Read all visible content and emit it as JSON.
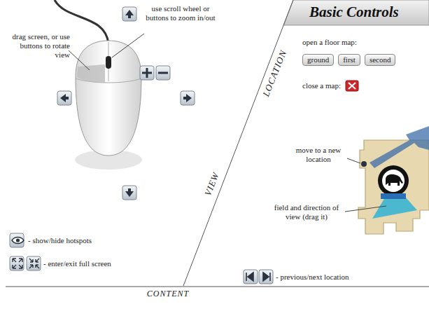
{
  "diagram": {
    "title": "Basic Controls",
    "nodes": [
      {
        "text": [
          "ground"
        ]
      },
      {
        "text": [
          "first"
        ]
      },
      {
        "text": [
          "second"
        ]
      }
    ],
    "labels": [
      "drag screen, or use buttons to rotate view",
      "use scroll wheel or buttons to zoom in/out",
      "open a floor map:",
      "close a map:",
      "move to a new location",
      "field and direction of view (drag it)",
      "- show/hide hotspots",
      "- enter/exit full screen",
      "- previous/next location",
      "VIEW",
      "LOCATION",
      "CONTENT"
    ]
  }
}
